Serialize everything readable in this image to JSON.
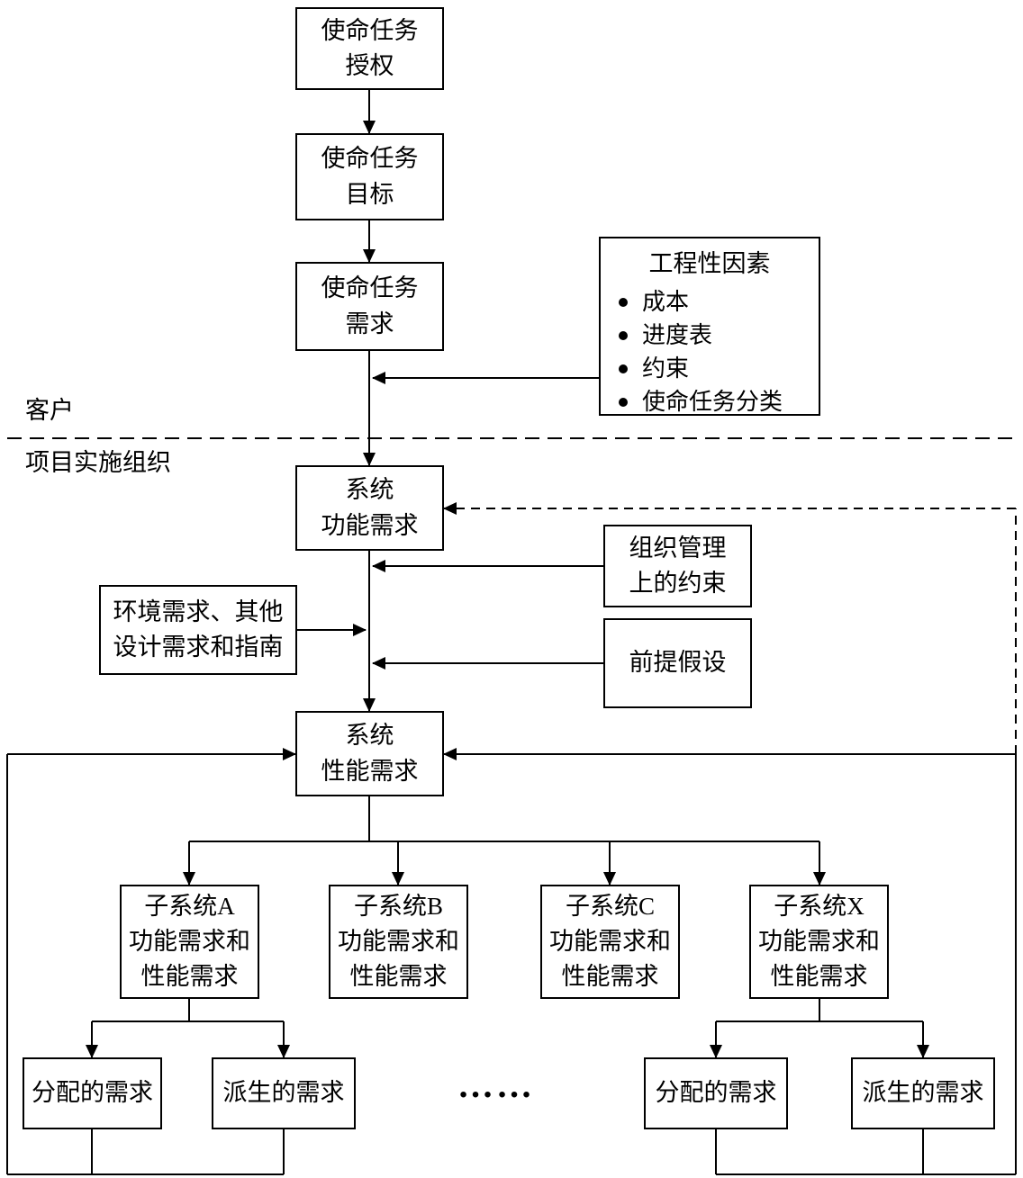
{
  "regions": {
    "customer_label": "客户",
    "organization_label": "项目实施组织"
  },
  "boxes": {
    "mission_auth": "使命任务\n授权",
    "mission_goal": "使命任务\n目标",
    "mission_req": "使命任务\n需求",
    "eng_factors_title": "工程性因素",
    "eng_factors_items": [
      "成本",
      "进度表",
      "约束",
      "使命任务分类"
    ],
    "sys_func": "系统\n功能需求",
    "org_constraints": "组织管理\n上的约束",
    "env_req": "环境需求、其他\n设计需求和指南",
    "assumptions": "前提假设",
    "sys_perf": "系统\n性能需求",
    "subsys_a": "子系统A\n功能需求和\n性能需求",
    "subsys_b": "子系统B\n功能需求和\n性能需求",
    "subsys_c": "子系统C\n功能需求和\n性能需求",
    "subsys_x": "子系统X\n功能需求和\n性能需求",
    "alloc_req_left": "分配的需求",
    "derived_req_left": "派生的需求",
    "alloc_req_right": "分配的需求",
    "derived_req_right": "派生的需求"
  },
  "ellipsis": "……",
  "colors": {
    "line": "#000000",
    "background": "#ffffff"
  }
}
